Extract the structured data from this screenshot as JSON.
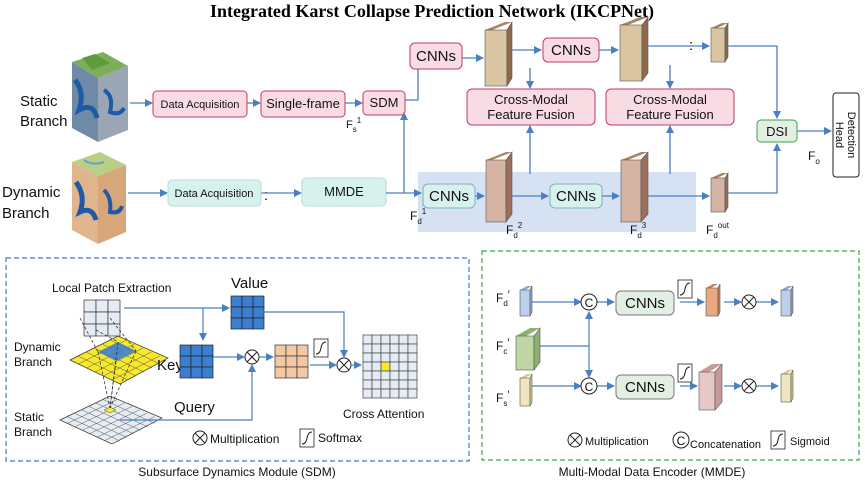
{
  "title": "Integrated Karst Collapse Prediction Network (IKCPNet)",
  "top": {
    "static_branch": [
      "Static",
      "Branch"
    ],
    "dynamic_branch": [
      "Dynamic",
      "Branch"
    ],
    "static_acq": "Data Acquisition",
    "single_frame": "Single-frame",
    "sdm": "SDM",
    "fs1": "F",
    "fs1_sub": "s",
    "fs1_sup": "1",
    "dynamic_acq": "Data Acquisition",
    "mmde": "MMDE",
    "cnns": "CNNs",
    "cmff": [
      "Cross-Modal",
      "Feature Fusion"
    ],
    "dsi": "DSI",
    "detection_head": [
      "Detection",
      "Head"
    ],
    "fo": "F",
    "fo_sub": "o",
    "fd1": "F",
    "fd1_sub": "d",
    "fd1_sup": "1",
    "fd2": "F",
    "fd2_sub": "d",
    "fd2_sup": "2",
    "fd3": "F",
    "fd3_sub": "d",
    "fd3_sup": "3",
    "fdout": "F",
    "fdout_sub": "d",
    "fdout_sup": "out",
    "dots": ":"
  },
  "sdm_panel": {
    "caption": "Subsurface Dynamics Module (SDM)",
    "local_patch": "Local Patch Extraction",
    "value": "Value",
    "key": "Key",
    "query": "Query",
    "dynamic_branch": [
      "Dynamic",
      "Branch"
    ],
    "static_branch": [
      "Static",
      "Branch"
    ],
    "cross_attention": "Cross Attention",
    "legend_mult": "Multiplication",
    "legend_softmax": "Softmax"
  },
  "mmde_panel": {
    "caption": "Multi-Modal Data Encoder (MMDE)",
    "cnns": "CNNs",
    "fd_prime": "F",
    "fd_sub": "d",
    "prime": "′",
    "fc_prime": "F",
    "fc_sub": "c",
    "fs_prime": "F",
    "fs_sub": "s",
    "c": "C",
    "legend_mult": "Multiplication",
    "legend_concat": "Concatenation",
    "legend_sigmoid": "Sigmoid"
  },
  "colors": {
    "arrow": "#4a7fc1",
    "pink_box": "#f9dbe4",
    "pink_border": "#c23a63",
    "teal_box": "#d7f1ef",
    "green_box": "#e3efe3",
    "dynamic_band": "#d6e2f4",
    "feature_tan": "#e8dcc2",
    "feature_brown": "#cfb58f",
    "feature_pink": "#e6c8c8",
    "sdm_dash": "#3a7bd5",
    "mmde_dash": "#3aa64a",
    "grid_blue": "#3c7fd0",
    "grid_orange": "#f4c8a4",
    "yellow": "#f7e82a"
  }
}
